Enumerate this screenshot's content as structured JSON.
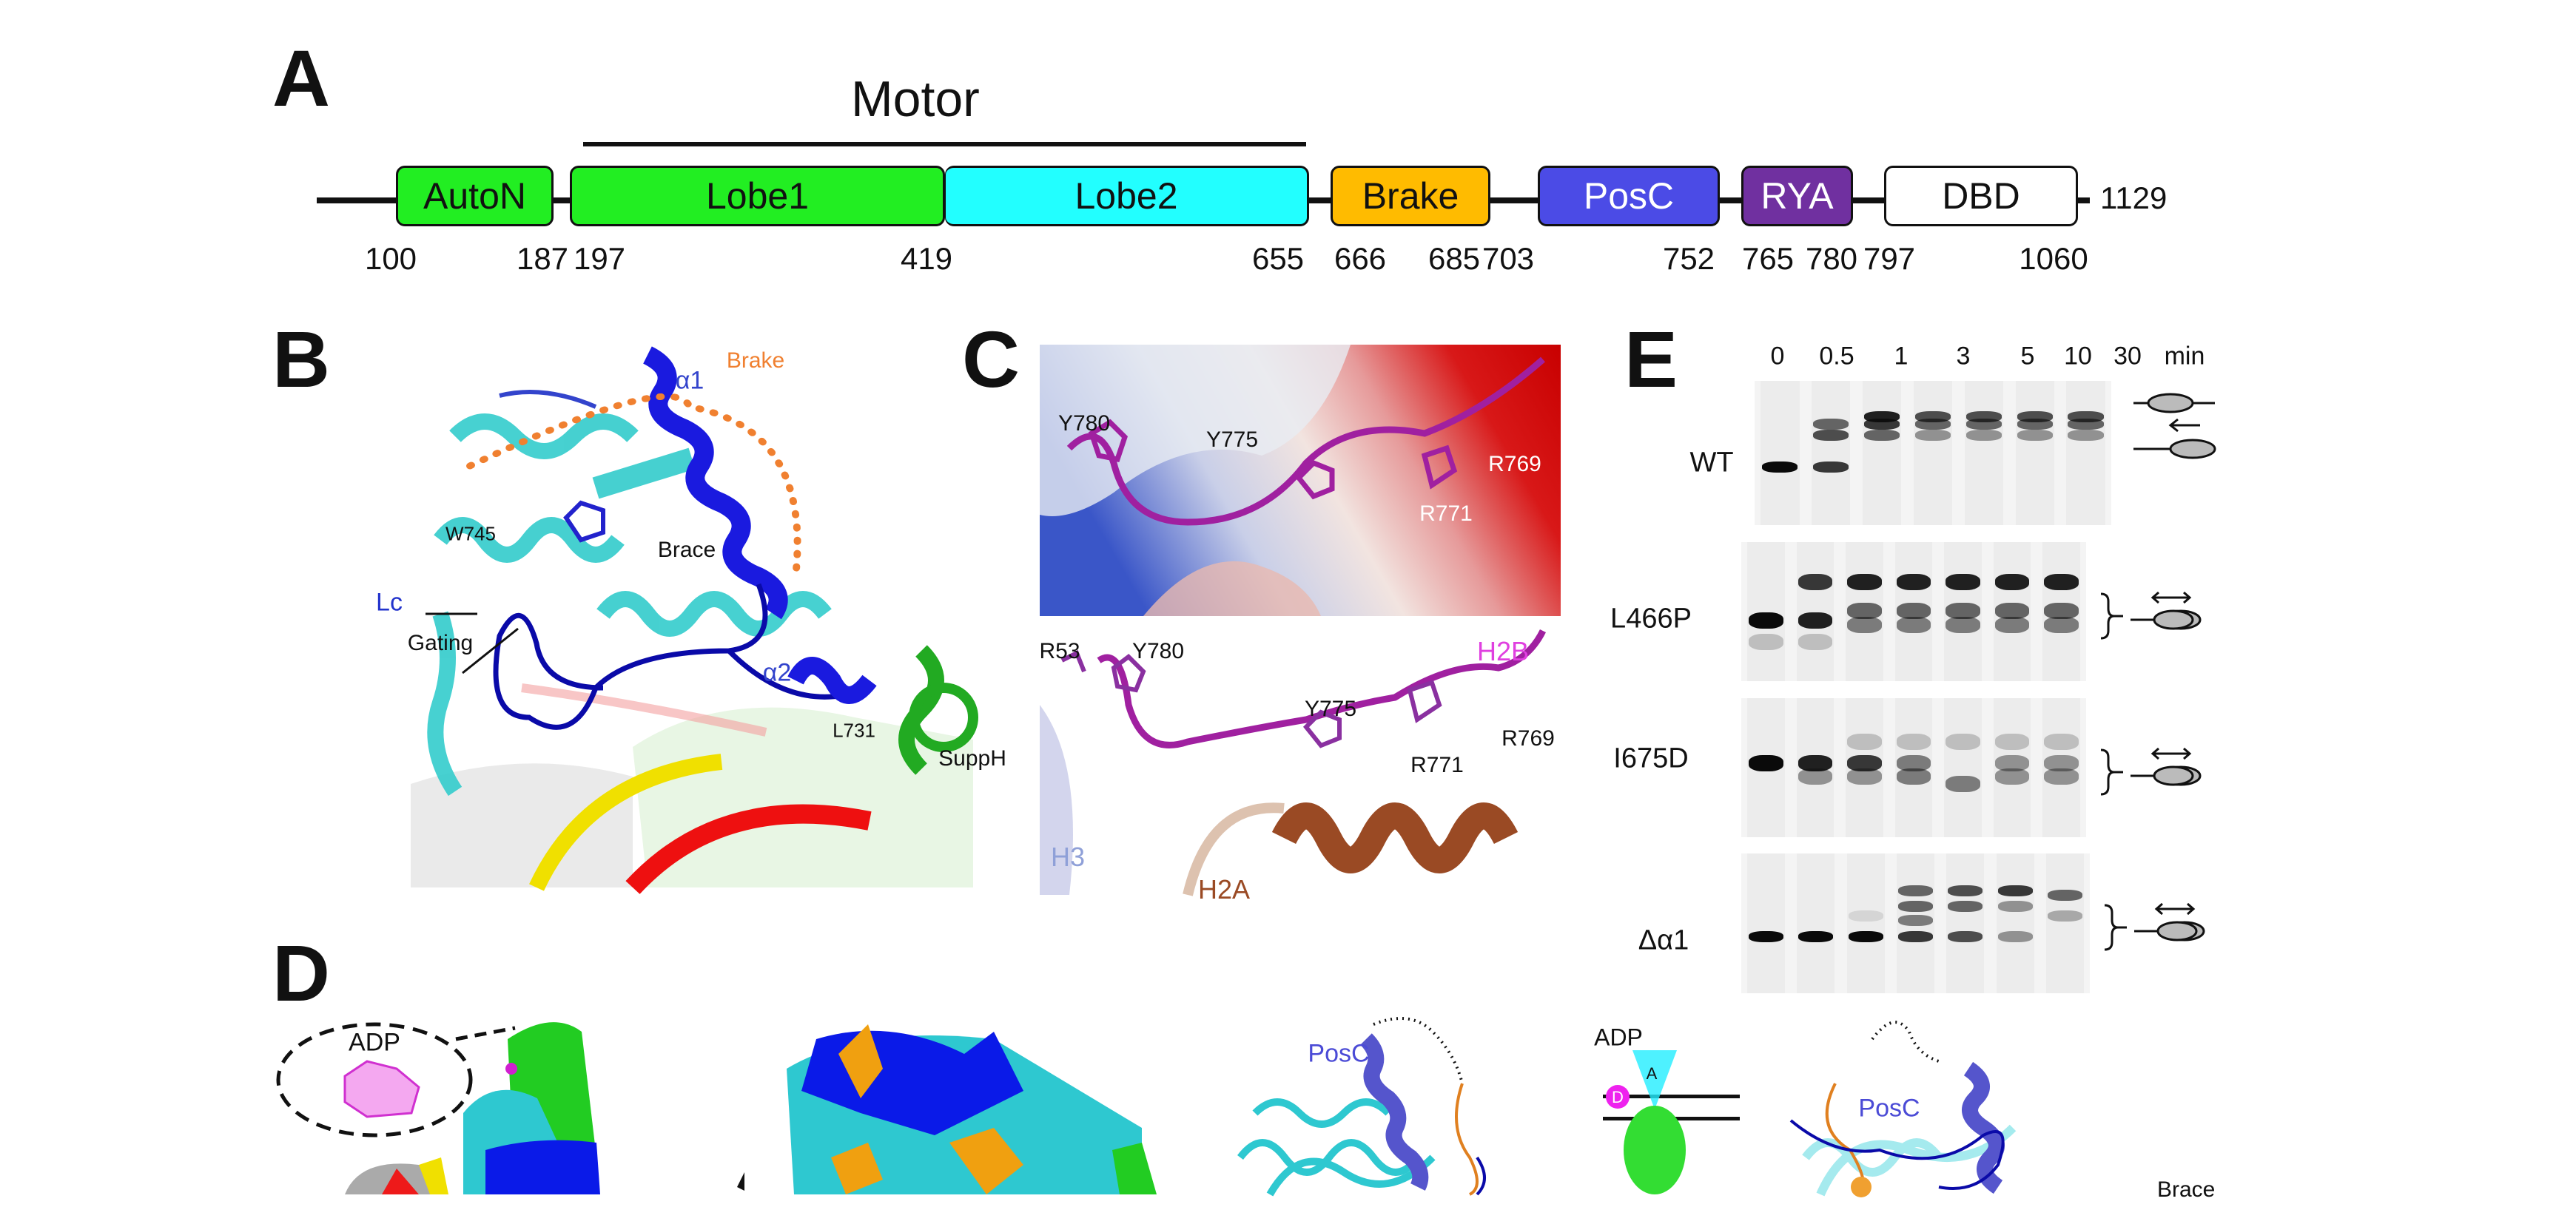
{
  "panels": {
    "a": "A",
    "b": "B",
    "c": "C",
    "d": "D",
    "e": "E"
  },
  "panel_a": {
    "motor_label": "Motor",
    "length_label": "1129",
    "domains": [
      {
        "name": "AutoN",
        "color": "#22ee22",
        "text": "#111"
      },
      {
        "name": "Lobe1",
        "color": "#22ee22",
        "text": "#111"
      },
      {
        "name": "Lobe2",
        "color": "#22ffff",
        "text": "#111"
      },
      {
        "name": "Brake",
        "color": "#ffbb00",
        "text": "#111"
      },
      {
        "name": "PosC",
        "color": "#4b4be6",
        "text": "#ffffff"
      },
      {
        "name": "RYA",
        "color": "#7030a0",
        "text": "#ffffff"
      },
      {
        "name": "DBD",
        "color": "#ffffff",
        "text": "#111"
      }
    ],
    "residues": [
      "100",
      "187",
      "197",
      "419",
      "655",
      "666",
      "685",
      "703",
      "752",
      "765",
      "780",
      "797",
      "1060"
    ]
  },
  "panel_b": {
    "brake": "Brake",
    "alpha1": "α1",
    "w745": "W745",
    "brace": "Brace",
    "lc": "Lc",
    "gating": "Gating",
    "alpha2": "α2",
    "l731": "L731",
    "supph": "SuppH"
  },
  "panel_c": {
    "top": {
      "y780": "Y780",
      "y775": "Y775",
      "r769": "R769",
      "r771": "R771"
    },
    "bottom": {
      "r53": "R53",
      "y780": "Y780",
      "h2b": "H2B",
      "y775": "Y775",
      "r769": "R769",
      "r771": "R771",
      "h3": "H3",
      "h2a": "H2A"
    }
  },
  "panel_d": {
    "adp1": "ADP",
    "posc1": "PosC",
    "adp2": "ADP",
    "d_mark": "D",
    "a_mark": "A",
    "posc2": "PosC",
    "brace": "Brace"
  },
  "panel_e": {
    "timepoints": [
      "0",
      "0.5",
      "1",
      "3",
      "5",
      "10",
      "30"
    ],
    "unit": "min",
    "samples": [
      "WT",
      "L466P",
      "I675D",
      "Δα1"
    ]
  }
}
